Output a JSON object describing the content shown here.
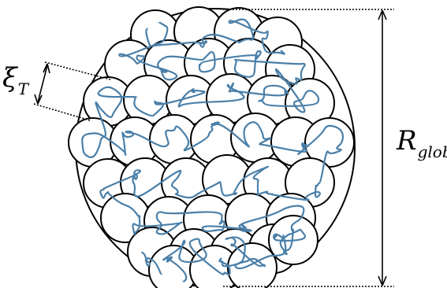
{
  "diagram": {
    "labels": {
      "blob_size_symbol": "ξ",
      "blob_size_subscript": "T",
      "globule_radius_symbol": "R",
      "globule_radius_subscript": "glob"
    },
    "colors": {
      "outline": "#000000",
      "chain": "#4a7fa8",
      "background": "#ffffff"
    },
    "blob_count": 41,
    "chain_count": 1
  }
}
